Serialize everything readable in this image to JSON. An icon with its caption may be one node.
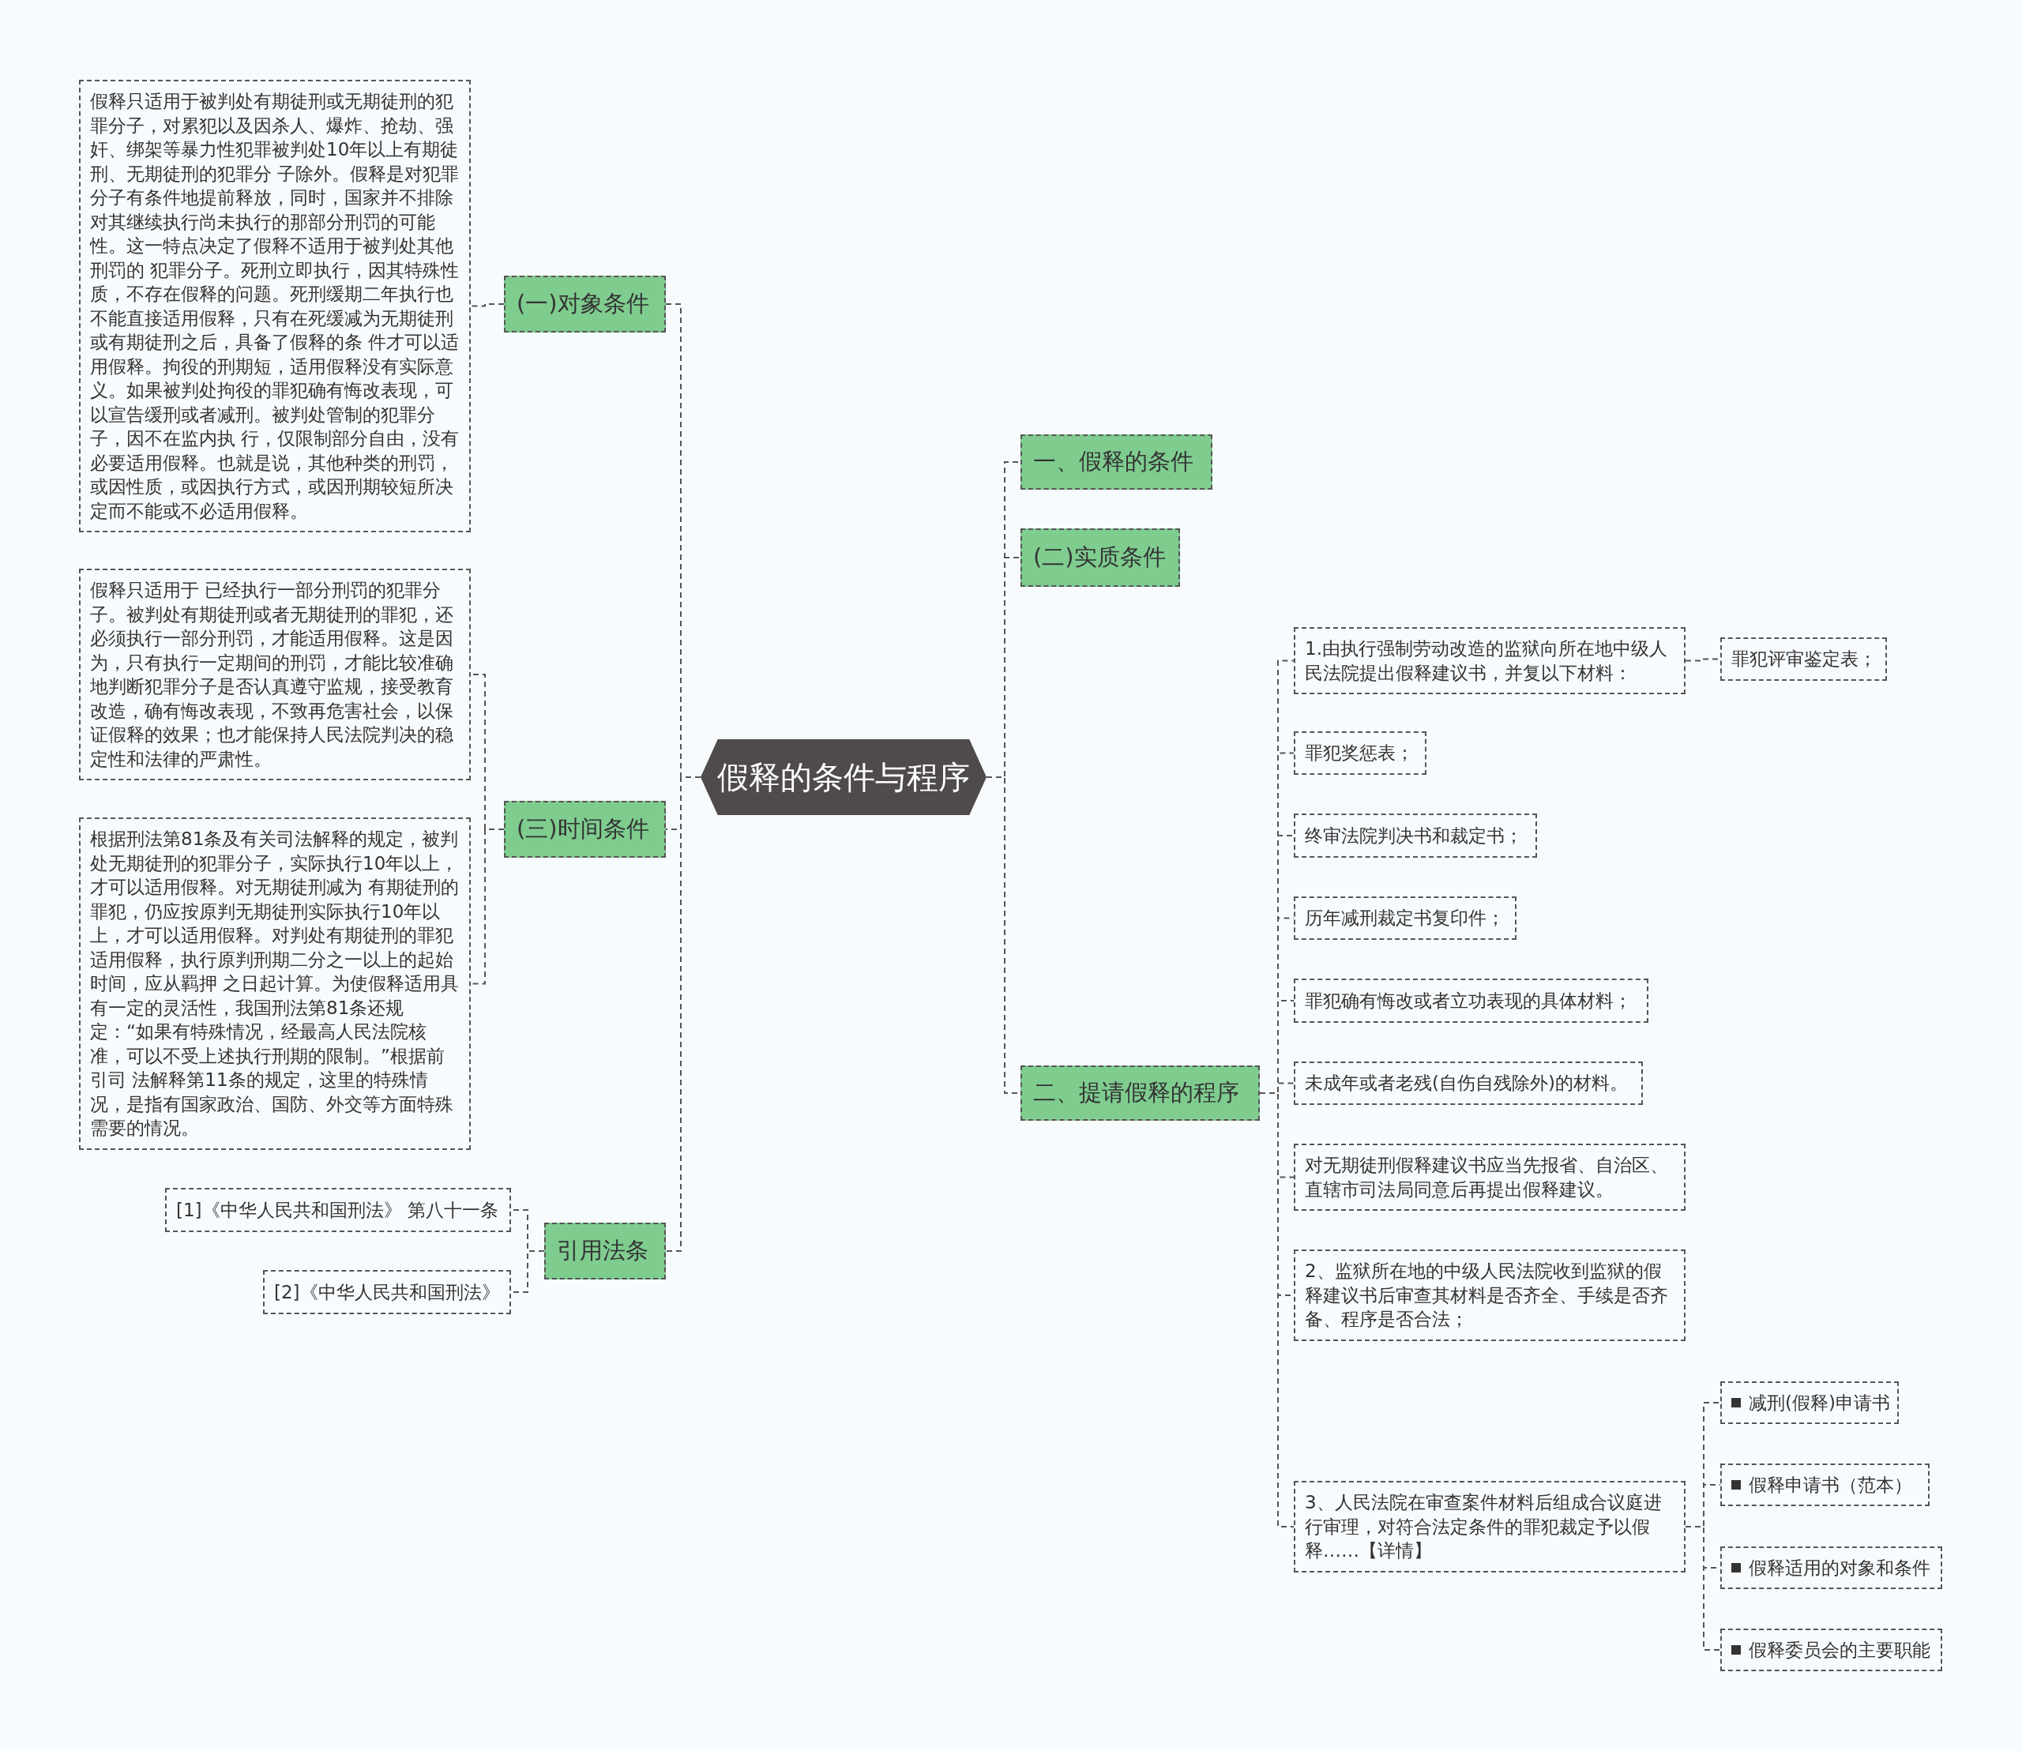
{
  "diagram": {
    "nodes": [
      {
        "text": [
          "假释的条件与程序"
        ]
      },
      {
        "text": [
          "(一)对象条件"
        ]
      },
      {
        "text": [
          "假释只适用于被判处有期徒刑或无期徒刑的犯罪分子，对累犯以及因杀人、爆炸、抢劫、强奸、绑架等暴力性犯罪被判处10年以上有期徒刑、无期徒刑的犯罪分 子除外。假释是对犯罪分子有条件地提前释放，同时，国家并不排除对其继续执行尚未执行的那部分刑罚的可能性。这一特点决定了假释不适用于被判处其他刑罚的 犯罪分子。死刑立即执行，因其特殊性质，不存在假释的问题。死刑缓期二年执行也不能直接适用假释，只有在死缓减为无期徒刑或有期徒刑之后，具备了假释的条 件才可以适用假释。拘役的刑期短，适用假释没有实际意义。如果被判处拘役的罪犯确有悔改表现，可以宣告缓刑或者减刑。被判处管制的犯罪分子，因不在监内执 行，仅限制部分自由，没有必要适用假释。也就是说，其他种类的刑罚，或因性质，或因执行方式，或因刑期较短所决定而不能或不必适用假释。"
        ]
      },
      {
        "text": [
          "(三)时间条件"
        ]
      },
      {
        "text": [
          "假释只适用于 已经执行一部分刑罚的犯罪分子。被判处有期徒刑或者无期徒刑的罪犯，还必须执行一部分刑罚，才能适用假释。这是因为，只有执行一定期间的刑罚，才能比较准确地判断犯罪分子是否认真遵守监规，接受教育改造，确有悔改表现，不致再危害社会，以保证假释的效果；也才能保持人民法院判决的稳定性和法律的严肃性。"
        ]
      },
      {
        "text": [
          "根据刑法第81条及有关司法解释的规定，被判处无期徒刑的犯罪分子，实际执行10年以上，才可以适用假释。对无期徒刑减为 有期徒刑的罪犯，仍应按原判无期徒刑实际执行10年以上，才可以适用假释。对判处有期徒刑的罪犯适用假释，执行原判刑期二分之一以上的起始时间，应从羁押 之日起计算。为使假释适用具有一定的灵活性，我国刑法第81条还规定：“如果有特殊情况，经最高人民法院核准，可以不受上述执行刑期的限制。”根据前引司 法解释第11条的规定，这里的特殊情况，是指有国家政治、国防、外交等方面特殊需要的情况。"
        ]
      },
      {
        "text": [
          "引用法条"
        ]
      },
      {
        "text": [
          "[1]《中华人民共和国刑法》 第八十一条"
        ]
      },
      {
        "text": [
          "[2]《中华人民共和国刑法》"
        ]
      },
      {
        "text": [
          "一、假释的条件"
        ]
      },
      {
        "text": [
          "(二)实质条件"
        ]
      },
      {
        "text": [
          "二、提请假释的程序"
        ]
      },
      {
        "text": [
          "1.由执行强制劳动改造的监狱向所在地中级人民法院提出假释建议书，并复以下材料："
        ]
      },
      {
        "text": [
          "罪犯评审鉴定表；"
        ]
      },
      {
        "text": [
          "罪犯奖惩表；"
        ]
      },
      {
        "text": [
          "终审法院判决书和裁定书；"
        ]
      },
      {
        "text": [
          "历年减刑裁定书复印件；"
        ]
      },
      {
        "text": [
          "罪犯确有悔改或者立功表现的具体材料；"
        ]
      },
      {
        "text": [
          "未成年或者老残(自伤自残除外)的材料。"
        ]
      },
      {
        "text": [
          "对无期徒刑假释建议书应当先报省、自治区、直辖市司法局同意后再提出假释建议。"
        ]
      },
      {
        "text": [
          "2、监狱所在地的中级人民法院收到监狱的假释建议书后审查其材料是否齐全、手续是否齐备、程序是否合法；"
        ]
      },
      {
        "text": [
          "3、人民法院在审查案件材料后组成合议庭进行审理，对符合法定条件的罪犯裁定予以假释……【详情】"
        ]
      },
      {
        "text": [
          "减刑(假释)申请书"
        ]
      },
      {
        "text": [
          "假释申请书（范本）"
        ]
      },
      {
        "text": [
          "假释适用的对象和条件"
        ]
      },
      {
        "text": [
          "假释委员会的主要职能"
        ]
      }
    ],
    "edges": [
      {
        "from": 0,
        "to": 1,
        "arrow": "none"
      },
      {
        "from": 1,
        "to": 2,
        "arrow": "none"
      },
      {
        "from": 0,
        "to": 3,
        "arrow": "none"
      },
      {
        "from": 3,
        "to": 4,
        "arrow": "none"
      },
      {
        "from": 3,
        "to": 5,
        "arrow": "none"
      },
      {
        "from": 0,
        "to": 6,
        "arrow": "none"
      },
      {
        "from": 6,
        "to": 7,
        "arrow": "none"
      },
      {
        "from": 6,
        "to": 8,
        "arrow": "none"
      },
      {
        "from": 0,
        "to": 9,
        "arrow": "none"
      },
      {
        "from": 0,
        "to": 10,
        "arrow": "none"
      },
      {
        "from": 0,
        "to": 11,
        "arrow": "none"
      },
      {
        "from": 11,
        "to": 12,
        "arrow": "none"
      },
      {
        "from": 12,
        "to": 13,
        "arrow": "none"
      },
      {
        "from": 11,
        "to": 14,
        "arrow": "none"
      },
      {
        "from": 11,
        "to": 15,
        "arrow": "none"
      },
      {
        "from": 11,
        "to": 16,
        "arrow": "none"
      },
      {
        "from": 11,
        "to": 17,
        "arrow": "none"
      },
      {
        "from": 11,
        "to": 18,
        "arrow": "none"
      },
      {
        "from": 11,
        "to": 19,
        "arrow": "none"
      },
      {
        "from": 11,
        "to": 20,
        "arrow": "none"
      },
      {
        "from": 11,
        "to": 21,
        "arrow": "none"
      },
      {
        "from": 21,
        "to": 22,
        "arrow": "none"
      },
      {
        "from": 21,
        "to": 23,
        "arrow": "none"
      },
      {
        "from": 21,
        "to": 24,
        "arrow": "none"
      },
      {
        "from": 21,
        "to": 25,
        "arrow": "none"
      }
    ]
  }
}
